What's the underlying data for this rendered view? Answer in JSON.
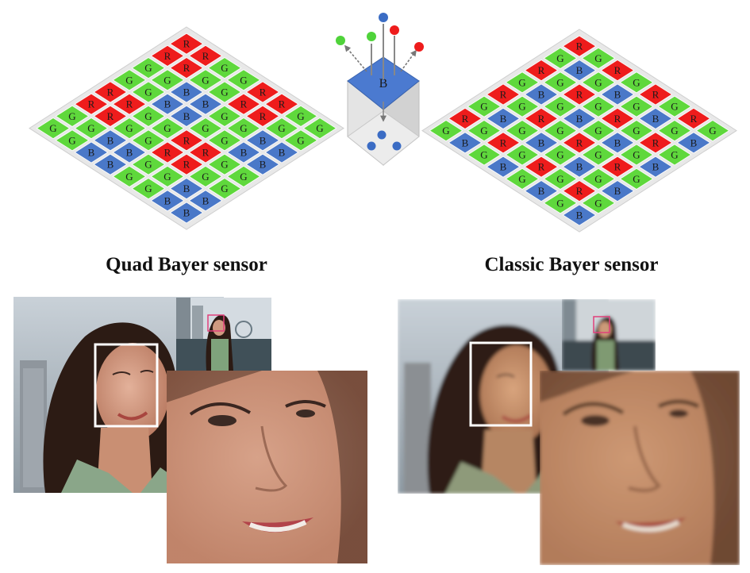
{
  "captions": {
    "quad": "Quad Bayer sensor",
    "classic": "Classic Bayer sensor"
  },
  "pixel_letters": {
    "red": "R",
    "green": "G",
    "blue": "B"
  },
  "colors": {
    "red": "#ee1c1c",
    "green": "#5fd83c",
    "blue": "#4a78c8",
    "tile_border": "#d9d9d9",
    "cube_top": "#4b7ad0",
    "cube_side_left": "#dcdcdc",
    "cube_side_right": "#c8c8c8",
    "photo_sky": "#b9c3cc",
    "hair": "#2e1d16",
    "skin": "#d49a7e",
    "shirt": "#8aa689",
    "crop_frame": "#ffffff",
    "inset_frame": "#e0407a"
  },
  "quad_bayer_rows": [
    "RRGGRRGG",
    "RRGGRRGG",
    "GGBBGGBB",
    "GGBBGGBB",
    "RRGGRRGG",
    "RRGGRRGG",
    "GGBBGGBB",
    "GGBBGGBB"
  ],
  "classic_bayer_rows": [
    "RGRGRGRG",
    "GBGBGBGB",
    "RGRGRGRG",
    "GBGBGBGB",
    "RGRGRGRG",
    "GBGBGBGB",
    "RGRGRGRG",
    "GBGBGBGB"
  ],
  "filter_cube": {
    "label": "B",
    "incoming_dots": [
      "blue",
      "green",
      "red"
    ],
    "rejected_dots": [
      "green",
      "red"
    ],
    "passed_dots": [
      "blue",
      "blue",
      "blue"
    ]
  }
}
